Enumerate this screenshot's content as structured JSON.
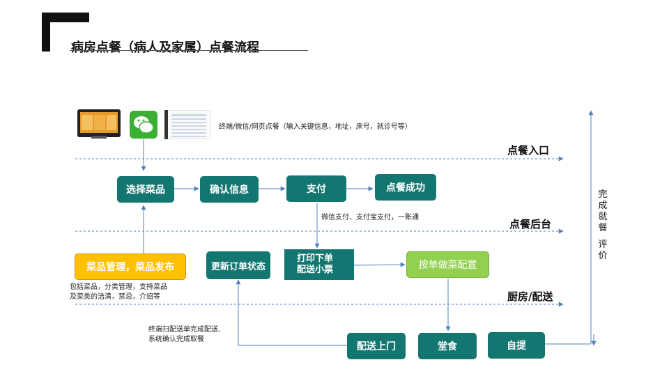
{
  "title": "病房点餐（病人及家属）点餐流程",
  "icons": [
    "tablet-icon",
    "wechat-icon",
    "webpage-icon"
  ],
  "notes": {
    "entry": "终端/微信/网页点餐（输入关键信息，地址，床号，就诊号等）",
    "payment": "微信支付、支付宝支付，一账通",
    "menu_1": "包括菜品，分类管理，支持菜品",
    "menu_2": "及菜类的洁清，禁忌，介绍等",
    "scan_1": "终端扫配送单完成配送,",
    "scan_2": "系统确认完成取餐"
  },
  "lanes": {
    "entry": "点餐入口",
    "backend": "点餐后台",
    "kitchen": "厨房/配送"
  },
  "steps": {
    "select": "选择菜品",
    "confirm": "确认信息",
    "pay": "支付",
    "success": "点餐成功",
    "menu_manage": "菜品管理，菜品发布",
    "update_status": "更新订单状态",
    "print_1": "打印下单",
    "print_2": "配送小票",
    "cook": "按单做菜配置",
    "deliver": "配送上门",
    "dine_in": "堂食",
    "pickup": "自提"
  },
  "side": {
    "line1": "完",
    "line2": "成",
    "line3": "就",
    "line4": "餐",
    "line5": "评",
    "line6": "价"
  },
  "colors": {
    "teal": "#137670",
    "yellow": "#FFC000",
    "green": "#92D050",
    "line": "#4F81BD"
  }
}
